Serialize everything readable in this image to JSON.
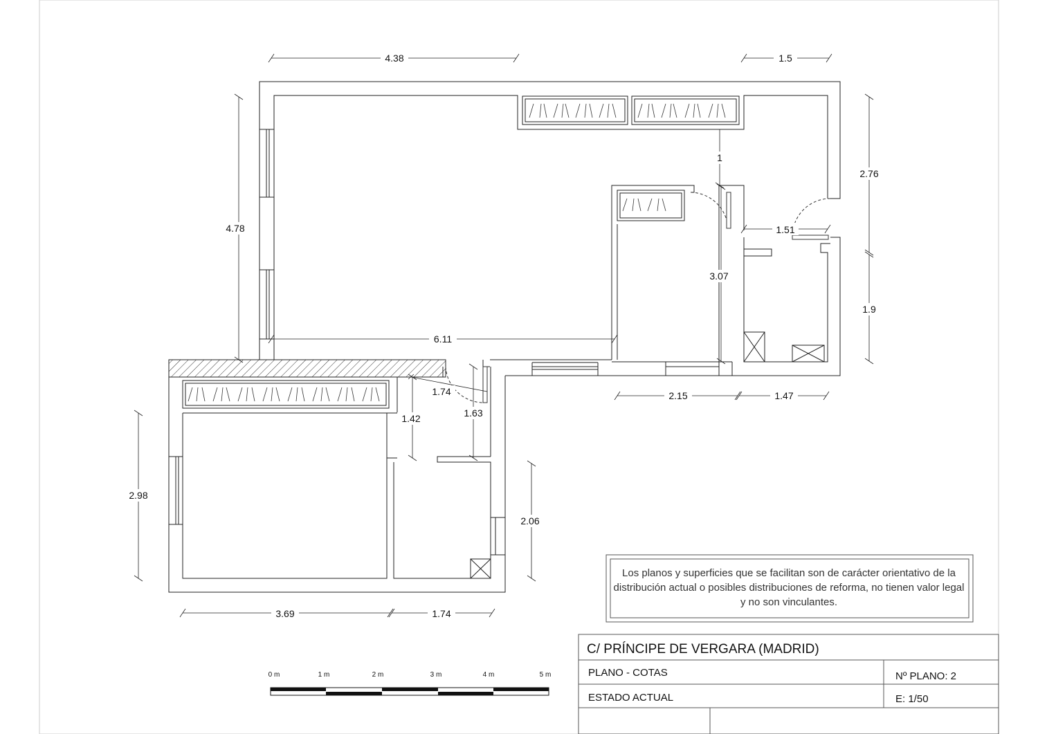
{
  "dimensions": {
    "top_left_width": "4.38",
    "top_right_width": "1.5",
    "left_height": "4.78",
    "right_upper_height": "2.76",
    "door_clearance": "1",
    "inner_width": "1.51",
    "inner_height": "3.07",
    "right_lower_height": "1.9",
    "living_width": "6.11",
    "bottom_mid_width": "2.15",
    "bottom_right_width": "1.47",
    "corridor_width": "1.74",
    "closet_depth": "1.42",
    "corridor_height": "1.63",
    "bedroom_height": "2.98",
    "bath_height": "2.06",
    "bedroom_width": "3.69",
    "bath_width": "1.74"
  },
  "scale_bar": {
    "labels": [
      "0 m",
      "1 m",
      "2 m",
      "3 m",
      "4 m",
      "5 m"
    ]
  },
  "note": {
    "text": "Los planos y superficies que se facilitan son de carácter orientativo de la distribución actual o posibles distribuciones de reforma, no tienen valor legal y no son vinculantes."
  },
  "title_block": {
    "address": "C/  PRÍNCIPE DE VERGARA   (MADRID)",
    "plan_type": "PLANO   -  COTAS",
    "plan_number": "Nº PLANO:  2",
    "state": "ESTADO  ACTUAL",
    "scale": "E: 1/50"
  }
}
